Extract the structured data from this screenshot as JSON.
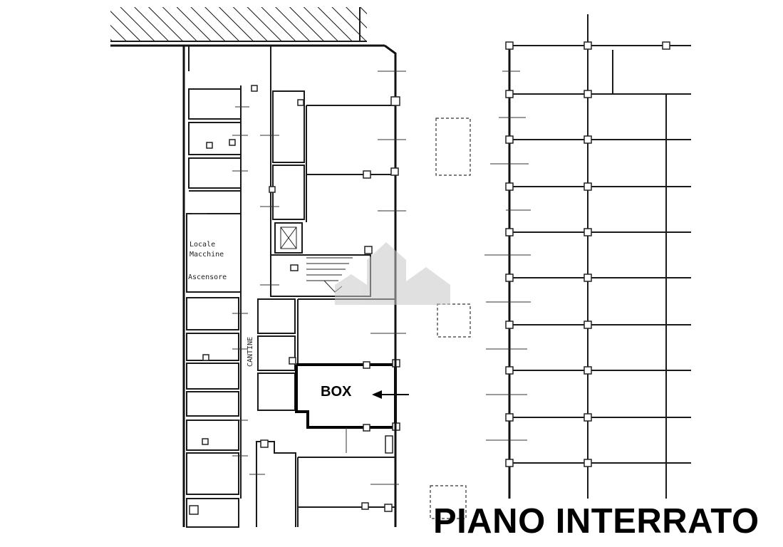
{
  "plan": {
    "title": "PIANO INTERRATO",
    "labels": {
      "locale_line1": "Locale",
      "locale_line2": "Macchine",
      "locale_line3": "Ascensore",
      "cantine": "CANTINE",
      "box": "BOX"
    }
  },
  "colors": {
    "ink": "#000000",
    "paper": "#ffffff",
    "watermark": "#c8c8c8"
  },
  "icons": {
    "watermark": "building-watermark-icon",
    "arrow": "arrow-left-icon",
    "elevator": "elevator-shaft-icon",
    "stairs": "staircase-icon"
  }
}
